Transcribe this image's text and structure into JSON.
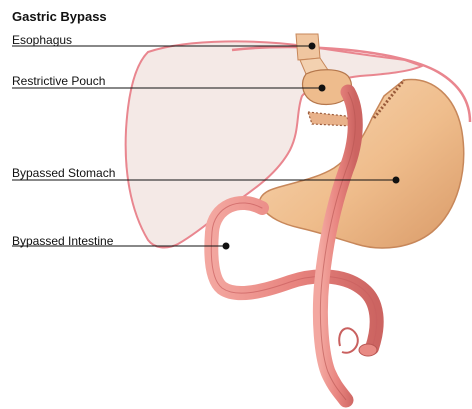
{
  "title": "Gastric Bypass",
  "labels": {
    "esophagus": "Esophagus",
    "restrictive_pouch": "Restrictive Pouch",
    "bypassed_stomach": "Bypassed Stomach",
    "bypassed_intestine": "Bypassed Intestine"
  },
  "colors": {
    "liver_fill": "#f4e9e6",
    "liver_outline": "#e9868f",
    "stomach": "#f0c296",
    "intestine": "#eb8a86",
    "intestine_dark": "#c9605f",
    "leader_line": "#111111",
    "marker": "#111111"
  }
}
